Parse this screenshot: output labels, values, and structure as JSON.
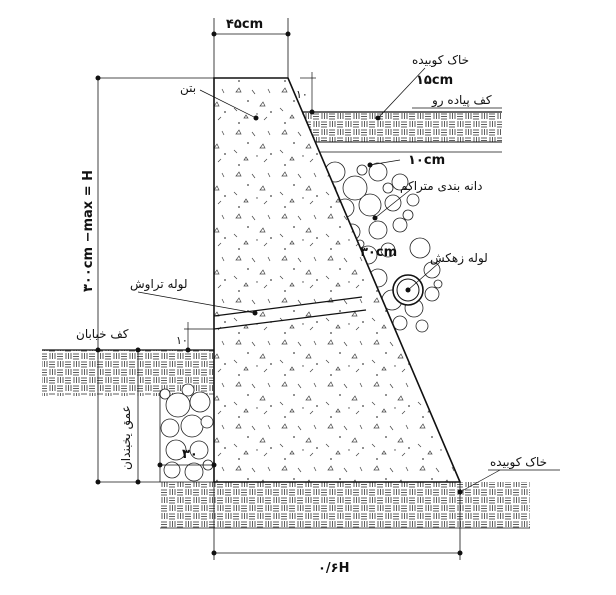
{
  "labels": {
    "top_width": "۴۵cm",
    "concrete": "بتن",
    "compacted_soil_top": "خاک کوبیده",
    "sidewalk_thickness": "۱۵cm",
    "sidewalk_floor": "کف پیاده رو",
    "top_offset": "۱۰",
    "gravel_thickness": "۱۰cm",
    "aggregate_layer": "دانه بندی متراکم",
    "drain_offset": "۳۰cm",
    "drain_pipe": "لوله زهکش",
    "weep_pipe": "لوله تراوش",
    "height_dimension": "۳۰۰cm −max = H",
    "street_floor": "کف خیابان",
    "street_offset": "۱۰",
    "frost_depth": "عمق یخبندان",
    "footing_offset": "۳۰",
    "compacted_soil_bottom": "خاک کوبیده",
    "base_width": "۰/۶H"
  }
}
